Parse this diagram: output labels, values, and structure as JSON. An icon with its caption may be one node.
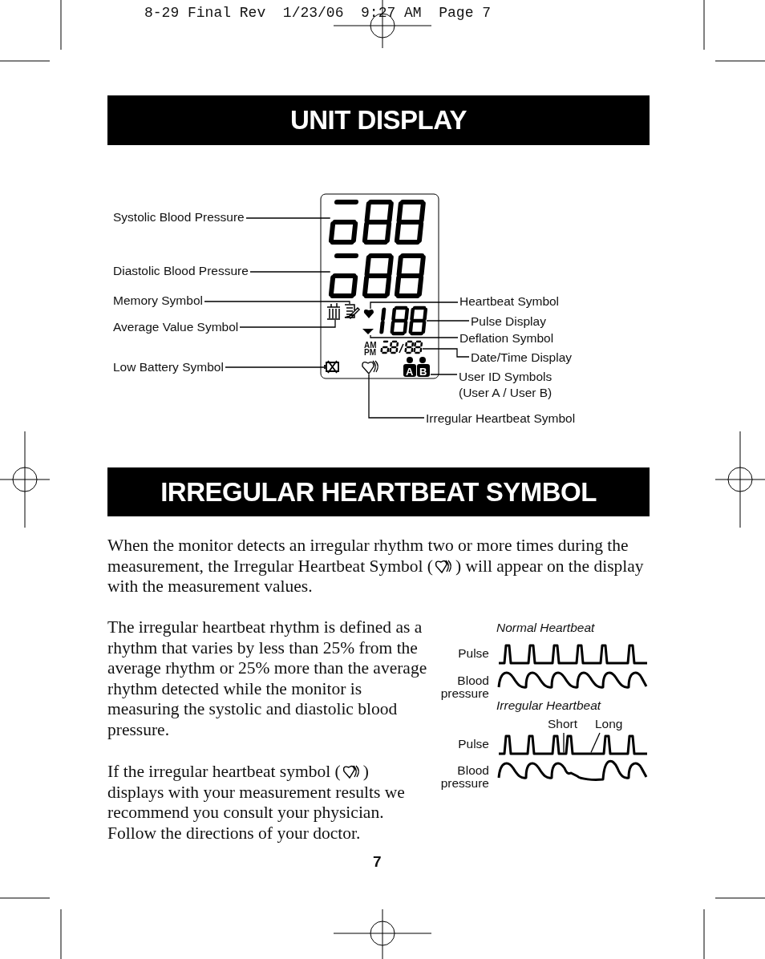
{
  "diagram": {
    "nodes": [
      {
        "text": [
          "UNIT DISPLAY"
        ]
      },
      {
        "text": [
          "Systolic Blood Pressure"
        ]
      },
      {
        "text": [
          "Diastolic Blood Pressure"
        ]
      },
      {
        "text": [
          "Memory Symbol"
        ]
      },
      {
        "text": [
          "Average Value Symbol"
        ]
      },
      {
        "text": [
          "Low Battery Symbol"
        ]
      },
      {
        "text": [
          "Heartbeat Symbol"
        ]
      },
      {
        "text": [
          "Pulse Display"
        ]
      },
      {
        "text": [
          "Deflation Symbol"
        ]
      },
      {
        "text": [
          "Date/Time Display"
        ]
      },
      {
        "text": [
          "User ID Symbols (User A / User B)"
        ]
      },
      {
        "text": [
          "Irregular Heartbeat Symbol"
        ]
      },
      {
        "text": [
          "IRREGULAR HEARTBEAT SYMBOL"
        ]
      },
      {
        "text": [
          "Short"
        ]
      },
      {
        "text": [
          "Long"
        ]
      },
      {
        "text": [],
        "shape": "digits"
      },
      {
        "text": [],
        "shape": "digits"
      },
      {
        "text": [],
        "shape": "icon"
      },
      {
        "text": [],
        "shape": "icon"
      },
      {
        "text": [],
        "shape": "icon"
      },
      {
        "text": [],
        "shape": "digits"
      },
      {
        "text": [],
        "shape": "triangle"
      },
      {
        "text": [],
        "shape": "digits"
      },
      {
        "text": [],
        "shape": "icon"
      },
      {
        "text": [],
        "shape": "icon"
      },
      {
        "text": [],
        "shape": "icon"
      },
      {
        "text": [],
        "shape": "waveform"
      }
    ],
    "edges": [
      {
        "from": 1,
        "to": 15,
        "arrow": "none"
      },
      {
        "from": 2,
        "to": 16,
        "arrow": "none"
      },
      {
        "from": 3,
        "to": 18,
        "arrow": "none"
      },
      {
        "from": 4,
        "to": 17,
        "arrow": "none"
      },
      {
        "from": 5,
        "to": 23,
        "arrow": "none"
      },
      {
        "from": 6,
        "to": 19,
        "arrow": "none"
      },
      {
        "from": 7,
        "to": 20,
        "arrow": "none"
      },
      {
        "from": 8,
        "to": 21,
        "arrow": "none"
      },
      {
        "from": 9,
        "to": 22,
        "arrow": "none"
      },
      {
        "from": 10,
        "to": 25,
        "arrow": "none"
      },
      {
        "from": 11,
        "to": 24,
        "arrow": "none"
      },
      {
        "from": 13,
        "to": 26,
        "arrow": "none"
      },
      {
        "from": 14,
        "to": 26,
        "arrow": "none"
      }
    ],
    "labels": [
      "8-29 Final Rev  1/23/06  9:27 AM  Page 7",
      "AM",
      "PM",
      "A",
      "B",
      "When the monitor detects an irregular rhythm two or more times during the measurement, the Irregular Heartbeat Symbol (",
      ") will appear on the display with the measurement values.",
      "The irregular heartbeat rhythm is defined as a rhythm that varies by less than 25% from the average rhythm or 25% more than the average rhythm detected while the monitor is measuring the systolic and diastolic blood pressure.",
      "If the irregular heartbeat symbol (",
      ") displays with your measurement results we recommend you consult your physician. Follow the directions of your doctor.",
      "Normal Heartbeat",
      "Pulse",
      "Blood pressure",
      "Irregular Heartbeat",
      "Pulse",
      "Blood pressure",
      "7"
    ]
  }
}
